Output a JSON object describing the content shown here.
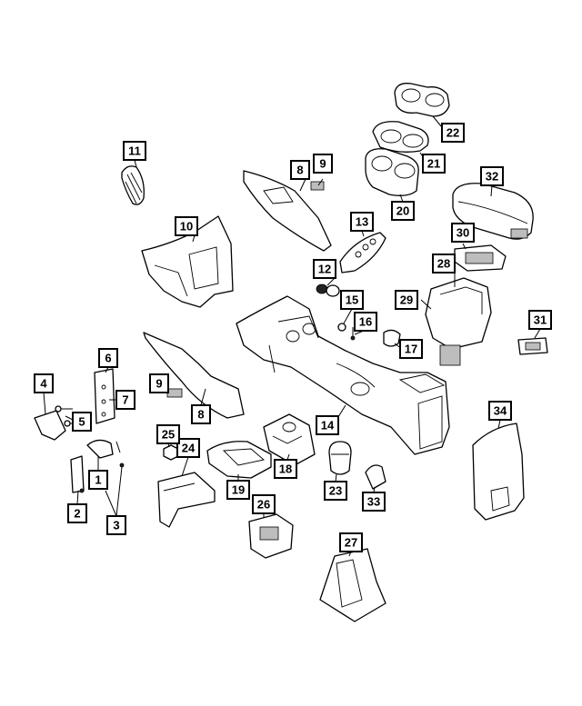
{
  "callouts": [
    {
      "id": "c1",
      "label": "1"
    },
    {
      "id": "c2",
      "label": "2"
    },
    {
      "id": "c3",
      "label": "3"
    },
    {
      "id": "c4",
      "label": "4"
    },
    {
      "id": "c5",
      "label": "5"
    },
    {
      "id": "c6",
      "label": "6"
    },
    {
      "id": "c7",
      "label": "7"
    },
    {
      "id": "c8a",
      "label": "8"
    },
    {
      "id": "c8b",
      "label": "8"
    },
    {
      "id": "c9a",
      "label": "9"
    },
    {
      "id": "c9b",
      "label": "9"
    },
    {
      "id": "c10",
      "label": "10"
    },
    {
      "id": "c11",
      "label": "11"
    },
    {
      "id": "c12",
      "label": "12"
    },
    {
      "id": "c13",
      "label": "13"
    },
    {
      "id": "c14",
      "label": "14"
    },
    {
      "id": "c15",
      "label": "15"
    },
    {
      "id": "c16",
      "label": "16"
    },
    {
      "id": "c17",
      "label": "17"
    },
    {
      "id": "c18",
      "label": "18"
    },
    {
      "id": "c19",
      "label": "19"
    },
    {
      "id": "c20",
      "label": "20"
    },
    {
      "id": "c21",
      "label": "21"
    },
    {
      "id": "c22",
      "label": "22"
    },
    {
      "id": "c23",
      "label": "23"
    },
    {
      "id": "c24",
      "label": "24"
    },
    {
      "id": "c25",
      "label": "25"
    },
    {
      "id": "c26",
      "label": "26"
    },
    {
      "id": "c27",
      "label": "27"
    },
    {
      "id": "c28",
      "label": "28"
    },
    {
      "id": "c29",
      "label": "29"
    },
    {
      "id": "c30",
      "label": "30"
    },
    {
      "id": "c31",
      "label": "31"
    },
    {
      "id": "c32",
      "label": "32"
    },
    {
      "id": "c33",
      "label": "33"
    },
    {
      "id": "c34",
      "label": "34"
    }
  ]
}
